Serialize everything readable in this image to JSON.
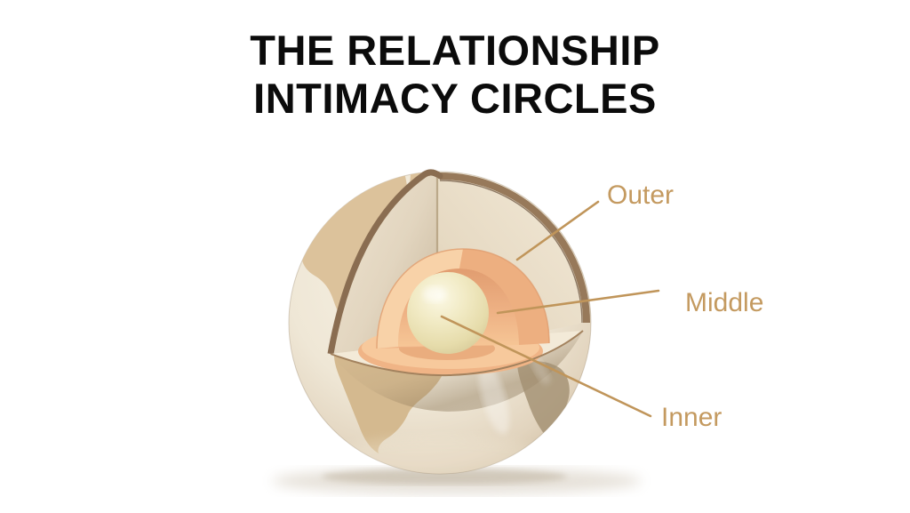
{
  "title": {
    "line1": "THE RELATIONSHIP",
    "line2": "INTIMACY CIRCLES"
  },
  "diagram": {
    "type": "cutaway-sphere",
    "description": "Cutaway globe illustration showing three nested relationship intimacy layers",
    "labels": [
      {
        "id": "outer",
        "text": "Outer"
      },
      {
        "id": "middle",
        "text": "Middle"
      },
      {
        "id": "inner",
        "text": "Inner"
      }
    ],
    "colors": {
      "background": "#ffffff",
      "title_text": "#0b0b0b",
      "label_text": "#c49a60",
      "leader_line": "#c0955a",
      "globe_surface": "#efe7d6",
      "continent": "#d9bf97",
      "outer_layer_face": "#ece1cc",
      "rim_brown": "#8f7254",
      "middle_layer_orange": "#f2ba8c",
      "inner_core": "#ece3b4"
    }
  }
}
